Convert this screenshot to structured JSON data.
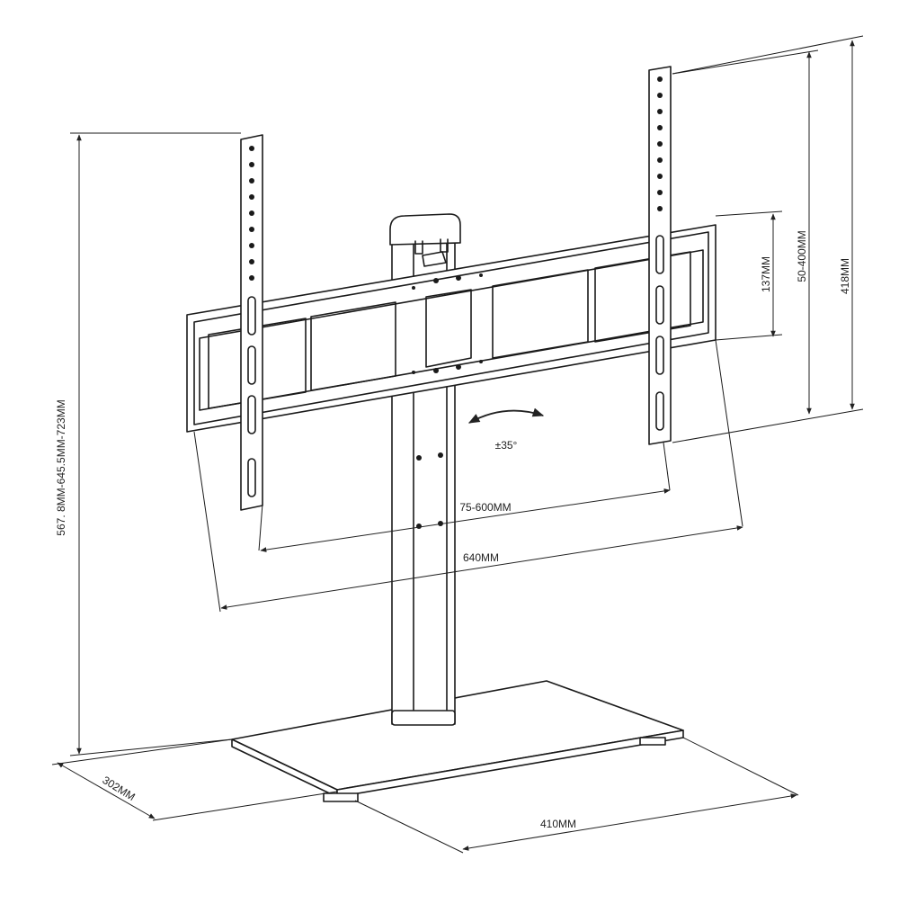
{
  "dimensions": {
    "height": "567. 8MM-645.5MM-723MM",
    "vesa_vertical": "137MM",
    "arm_vertical": "50-400MM",
    "arm_length": "418MM",
    "vesa_horizontal": "75-600MM",
    "overall_width": "640MM",
    "base_depth": "302MM",
    "base_width": "410MM",
    "tilt": "±35°"
  },
  "colors": {
    "line": "#1a1a1a",
    "background": "#ffffff"
  }
}
